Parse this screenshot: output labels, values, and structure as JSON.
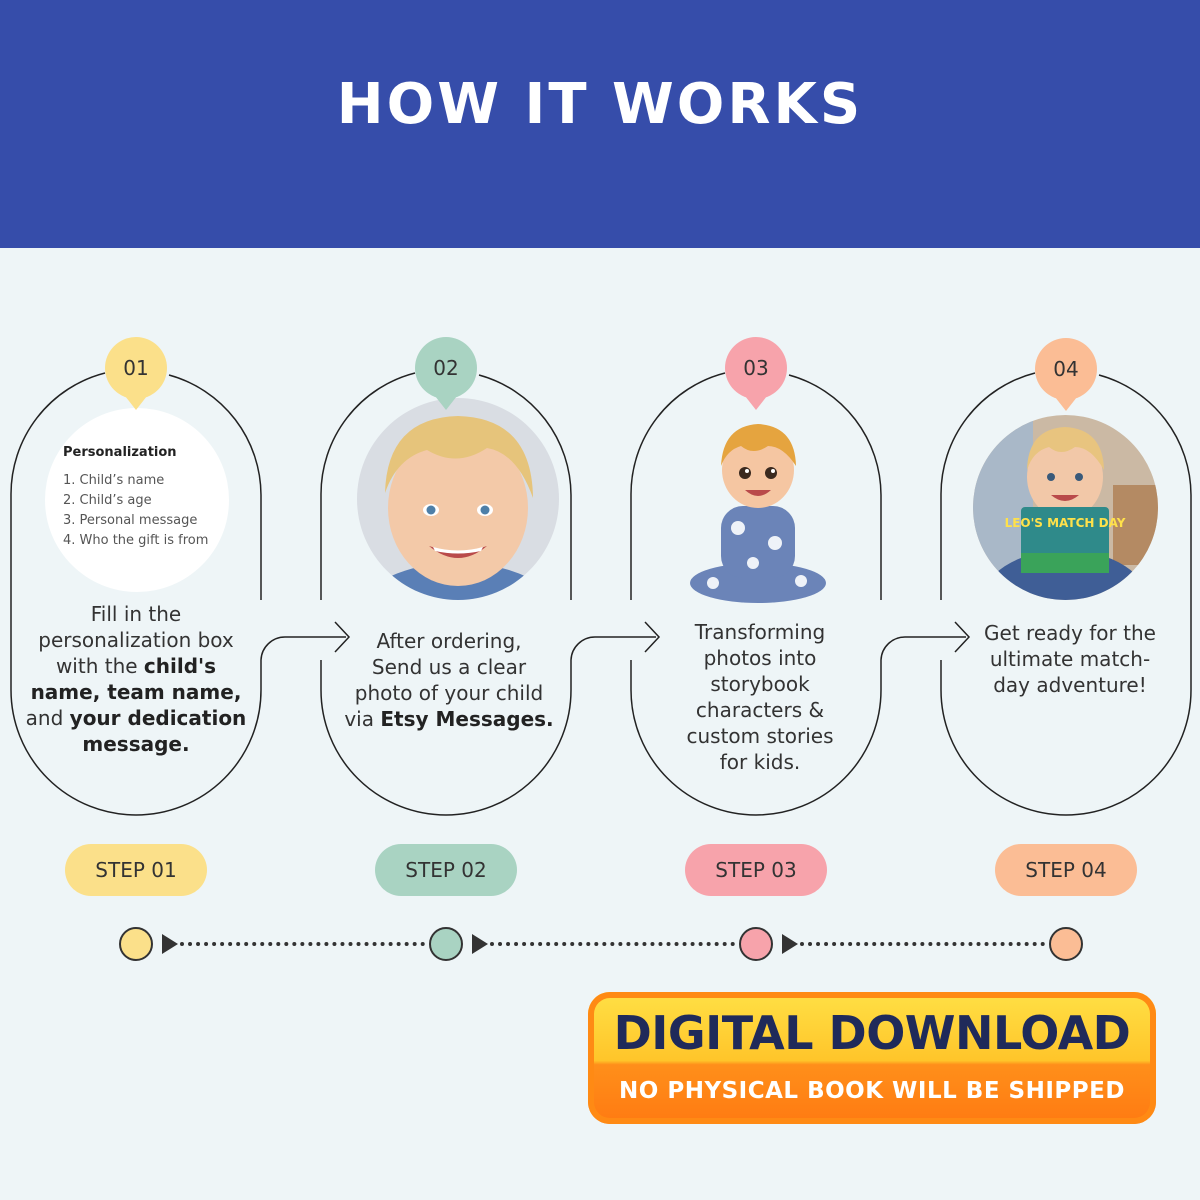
{
  "header": {
    "title": "HOW IT WORKS"
  },
  "colors": {
    "header_bg": "#364daa",
    "step1": "#fbe08a",
    "step2": "#a9d3c2",
    "step3": "#f7a3ab",
    "step4": "#fbbd95",
    "cta_text": "#1f2a5a",
    "cta_orange": "#ff7a12"
  },
  "steps": [
    {
      "number": "01",
      "pill": "STEP 01",
      "personalization": {
        "title": "Personalization",
        "items": [
          "1. Child’s name",
          "2. Child’s age",
          "3. Personal message",
          "4. Who the gift is from"
        ]
      },
      "desc": [
        "Fill in the",
        "personalization box",
        "with the ",
        "child's",
        "name, team name,",
        "and ",
        "your ",
        "dedication",
        "message."
      ]
    },
    {
      "number": "02",
      "pill": "STEP 02",
      "photo_icon": "child-portrait-photo",
      "desc": [
        "After ordering,",
        "Send us a clear",
        "photo of your child",
        "via ",
        "Etsy Messages."
      ]
    },
    {
      "number": "03",
      "pill": "STEP 03",
      "photo_icon": "cartoon-child-character",
      "desc": [
        "Transforming",
        "photos into",
        "storybook",
        "characters &",
        "custom stories",
        "for kids."
      ]
    },
    {
      "number": "04",
      "pill": "STEP 04",
      "photo_icon": "child-holding-book-photo",
      "book_title": "LEO'S MATCH DAY",
      "desc": [
        "Get ready for the",
        "ultimate match-",
        "day adventure!"
      ]
    }
  ],
  "cta": {
    "main": "DIGITAL DOWNLOAD",
    "sub": "NO PHYSICAL BOOK WILL BE SHIPPED"
  }
}
